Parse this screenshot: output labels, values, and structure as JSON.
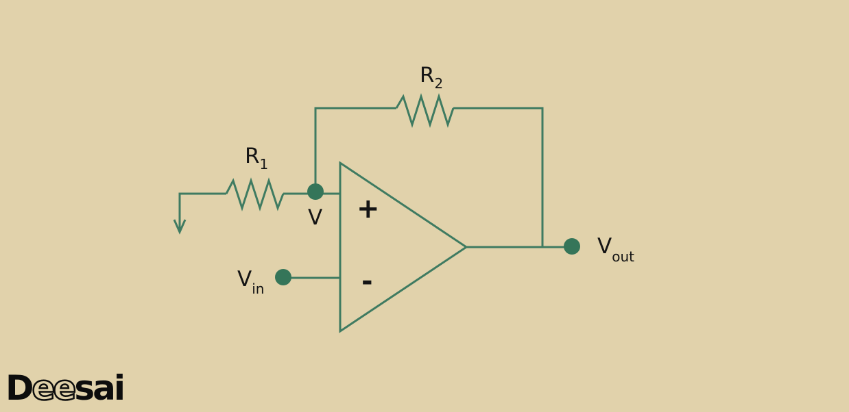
{
  "diagram": {
    "r1_label": {
      "main": "R",
      "sub": "1"
    },
    "r2_label": {
      "main": "R",
      "sub": "2"
    },
    "node_v_label": "V",
    "vin_label": {
      "main": "V",
      "sub": "in"
    },
    "vout_label": {
      "main": "V",
      "sub": "out"
    },
    "plus_sign": "+",
    "minus_sign": "-"
  },
  "logo": {
    "text": "Deesai",
    "parts": [
      "D",
      "ee",
      "sai"
    ]
  },
  "colors": {
    "background": "#e1d2ab",
    "wire": "#3f7b61",
    "node": "#357559",
    "text": "#141414"
  }
}
